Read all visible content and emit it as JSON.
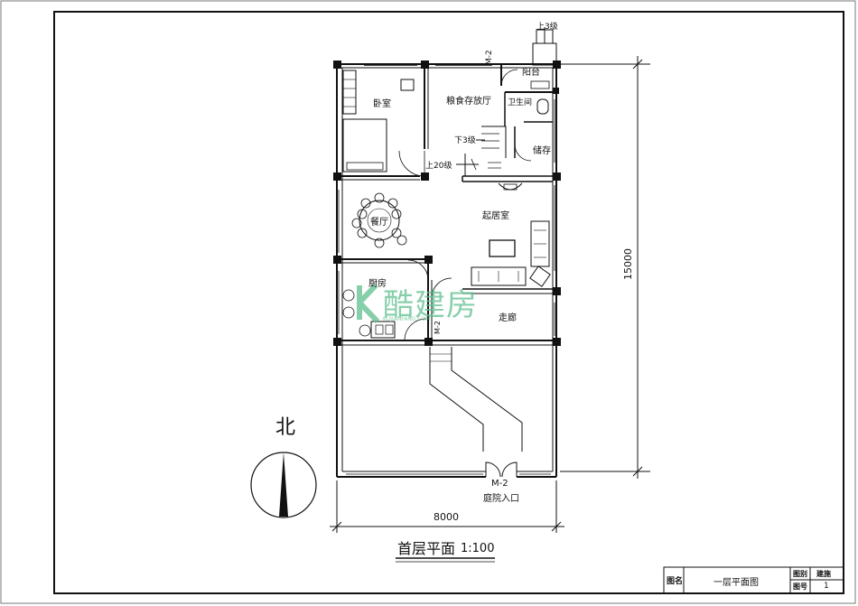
{
  "drawing": {
    "title": "首层平面",
    "scale": "1:100",
    "north_label": "北"
  },
  "rooms": {
    "bedroom": "卧室",
    "grain_storage": "粮食存放厅",
    "balcony": "阳台",
    "bathroom": "卫生间",
    "storage": "储存",
    "dining": "餐厅",
    "living": "起居室",
    "kitchen": "厨房",
    "corridor": "走廊",
    "courtyard_entry": "庭院入口"
  },
  "annotations": {
    "up3_top": "上3级",
    "down3": "下3级",
    "up20": "上20级",
    "door_m2_top": "M-2",
    "door_m2_left": "M-2",
    "door_m2_bottom": "M-2"
  },
  "dimensions": {
    "width": "8000",
    "height": "15000"
  },
  "title_block": {
    "name_label": "图名",
    "name_value": "一层平面图",
    "category_label": "图别",
    "category_value": "建施",
    "number_label": "图号",
    "number_value": "1"
  },
  "watermark": {
    "brand": "酷建房",
    "sub": "KUJIANFANG.COM"
  },
  "colors": {
    "line": "#111111",
    "watermark": "#5fbf8f"
  }
}
